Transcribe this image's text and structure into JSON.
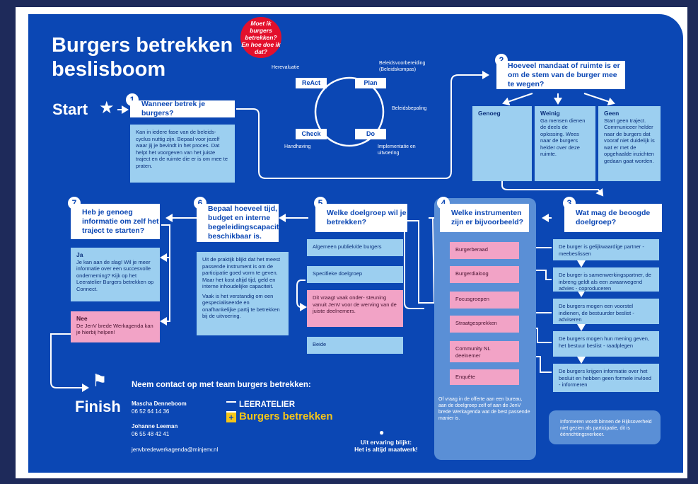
{
  "title_line1": "Burgers betrekken",
  "title_line2": "beslisboom",
  "badge": "Moet ik burgers betrekken? En hoe doe ik dat?",
  "start": "Start",
  "finish": "Finish",
  "cycle": {
    "nodes": [
      "ReAct",
      "Plan",
      "Do",
      "Check"
    ],
    "labels": {
      "herevaluatie": "Herevaluatie",
      "beleidsvoorbereiding": "Beleidsvoorbereiding (Beleidskompas)",
      "beleidsbepaling": "Beleidsbepaling",
      "implementatie": "Implementatie en uitvoering",
      "handhaving": "Handhaving"
    }
  },
  "step1": {
    "num": "1",
    "question": "Wanneer betrek je burgers?",
    "text": "Kan in iedere fase van de beleids- cyclus nuttig zijn. Bepaal voor jezelf waar jij je bevindt in het proces. Dat helpt het voorgeven van het juiste traject en de ruimte die er is om mee te praten."
  },
  "step2": {
    "num": "2",
    "question": "Hoeveel mandaat of ruimte is er om de stem van de burger mee te wegen?",
    "options": [
      {
        "title": "Genoeg",
        "text": ""
      },
      {
        "title": "Weinig",
        "text": "Ga mensen dienen de deels de oplossing. Wees naar de burgers helder over deze ruimte."
      },
      {
        "title": "Geen",
        "text": "Start geen traject. Communiceer helder naar de burgers dat vooraf niet duidelijk is wat er met de opgehaalde inzichten gedaan gaat worden."
      }
    ]
  },
  "step3": {
    "num": "3",
    "question": "Wat mag de beoogde doelgroep?",
    "items": [
      "De burger is gelijkwaardige partner - meebeslissen",
      "De burger is samenwerkingspartner, de inbreng geldt als een zwaarwegend advies - coproduceren",
      "De burgers mogen een voorstel indienen, de bestuurder beslist - adviseren",
      "De burgers mogen hun mening geven, het bestuur beslist - raadplegen",
      "De burgers krijgen informatie over het besluit en hebben geen formele invloed - informeren"
    ],
    "note": "Informeren wordt binnen de Rijksoverheid niet gezien als participatie, dit is éénrichtingsverkeer."
  },
  "step4": {
    "num": "4",
    "question": "Welke instrumenten zijn er bijvoorbeeld?",
    "items": [
      "Burgerberaad",
      "Burgerdialoog",
      "Focusgroepen",
      "Straatgesprekken",
      "Community NL deelnemer",
      "Enquête"
    ],
    "note": "Of vraag in de offerte aan een bureau, aan de doelgroep zelf of aan de JenV brede Werkagenda wat de best passende manier is."
  },
  "step5": {
    "num": "5",
    "question": "Welke doelgroep wil je betrekken?",
    "items": [
      "Algemeen publiek/de burgers",
      "Specifieke doelgroep",
      "Dit vraagt vaak onder- steuning vanuit JenV voor de werving van de juiste deelnemers.",
      "Beide"
    ]
  },
  "step6": {
    "num": "6",
    "question": "Bepaal hoeveel tijd, budget en interne begeleidingscapaciteit beschikbaar is.",
    "text1": "Uit de praktijk blijkt dat het meest passende instrument is om de participatie goed vorm te geven. Maar het kost altijd tijd, geld en interne inhoudelijke capaciteit.",
    "text2": "Vaak is het verstandig om een gespecialiseerde en onafhankelijke partij te betrekken bij de uitvoering."
  },
  "step7": {
    "num": "7",
    "question": "Heb je genoeg informatie om zelf het traject te starten?",
    "ja_title": "Ja",
    "ja_text": "Je kan aan de slag! Wil je meer informatie over een succesvolle onderneming? Kijk op het Leeratelier Burgers betrekken op Connect.",
    "nee_title": "Nee",
    "nee_text": "De JenV brede Werkagenda kan je hierbij helpen!"
  },
  "contact": {
    "heading": "Neem contact op met team burgers betrekken:",
    "person1_name": "Mascha Denneboom",
    "person1_phone": "06 52 64 14 36",
    "person2_name": "Johanne Leeman",
    "person2_phone": "06 55 48 42 41",
    "email": "jenvbredewerkagenda@minjenv.nl"
  },
  "logo": {
    "line1": "LEERATELIER",
    "line2": "Burgers betrekken"
  },
  "footer": {
    "line1": "Uit ervaring blijkt:",
    "line2": "Het is altijd maatwerk!"
  },
  "colors": {
    "background": "#0b47b4",
    "light_blue": "#9ccff0",
    "pink": "#f2a3c6",
    "badge_red": "#e3102c",
    "logo_yellow": "#f5c518"
  }
}
